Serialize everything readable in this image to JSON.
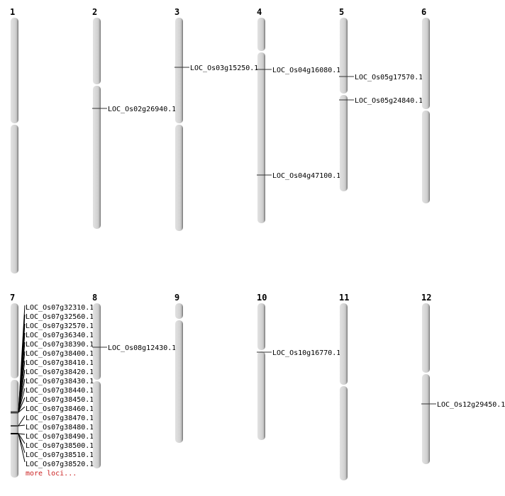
{
  "chromosomes": [
    {
      "name": "1",
      "loci": []
    },
    {
      "name": "2",
      "loci": [
        "LOC_Os02g26940.1"
      ]
    },
    {
      "name": "3",
      "loci": [
        "LOC_Os03g15250.1"
      ]
    },
    {
      "name": "4",
      "loci": [
        "LOC_Os04g16080.1",
        "LOC_Os04g47100.1"
      ]
    },
    {
      "name": "5",
      "loci": [
        "LOC_Os05g17570.1",
        "LOC_Os05g24840.1"
      ]
    },
    {
      "name": "6",
      "loci": []
    },
    {
      "name": "7",
      "loci": [
        "LOC_Os07g32310.1",
        "LOC_Os07g32560.1",
        "LOC_Os07g32570.1",
        "LOC_Os07g36340.1",
        "LOC_Os07g38390.1",
        "LOC_Os07g38400.1",
        "LOC_Os07g38410.1",
        "LOC_Os07g38420.1",
        "LOC_Os07g38430.1",
        "LOC_Os07g38440.1",
        "LOC_Os07g38450.1",
        "LOC_Os07g38460.1",
        "LOC_Os07g38470.1",
        "LOC_Os07g38480.1",
        "LOC_Os07g38490.1",
        "LOC_Os07g38500.1",
        "LOC_Os07g38510.1",
        "LOC_Os07g38520.1"
      ],
      "more_label": "more loci..."
    },
    {
      "name": "8",
      "loci": [
        "LOC_Os08g12430.1"
      ]
    },
    {
      "name": "9",
      "loci": []
    },
    {
      "name": "10",
      "loci": [
        "LOC_Os10g16770.1"
      ]
    },
    {
      "name": "11",
      "loci": []
    },
    {
      "name": "12",
      "loci": [
        "LOC_Os12g29450.1"
      ]
    }
  ],
  "colors": {
    "chromosome": "#d4d4d4",
    "shadow": "#8a8a8a",
    "more": "#cc2222"
  }
}
